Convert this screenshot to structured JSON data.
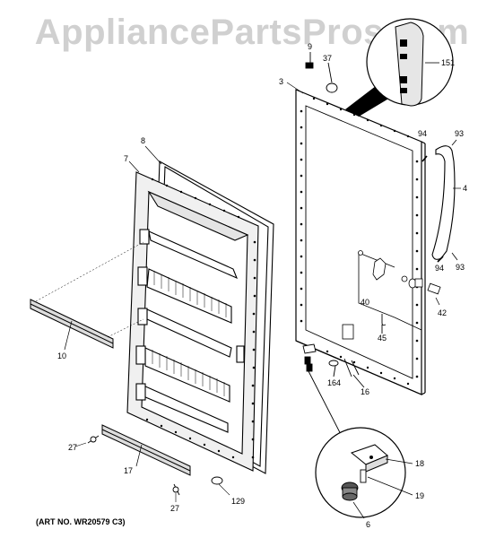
{
  "watermark": "AppliancePartsPros.com",
  "art_number": "(ART NO. WR20579 C3)",
  "callouts": {
    "c3": "3",
    "c4": "4",
    "c6": "6",
    "c7": "7",
    "c8": "8",
    "c9": "9",
    "c10": "10",
    "c16": "16",
    "c17": "17",
    "c18": "18",
    "c19": "19",
    "c27a": "27",
    "c27b": "27",
    "c37": "37",
    "c40": "40",
    "c42": "42",
    "c45": "45",
    "c93a": "93",
    "c93b": "93",
    "c94a": "94",
    "c94b": "94",
    "c129": "129",
    "c151": "151",
    "c164": "164"
  }
}
